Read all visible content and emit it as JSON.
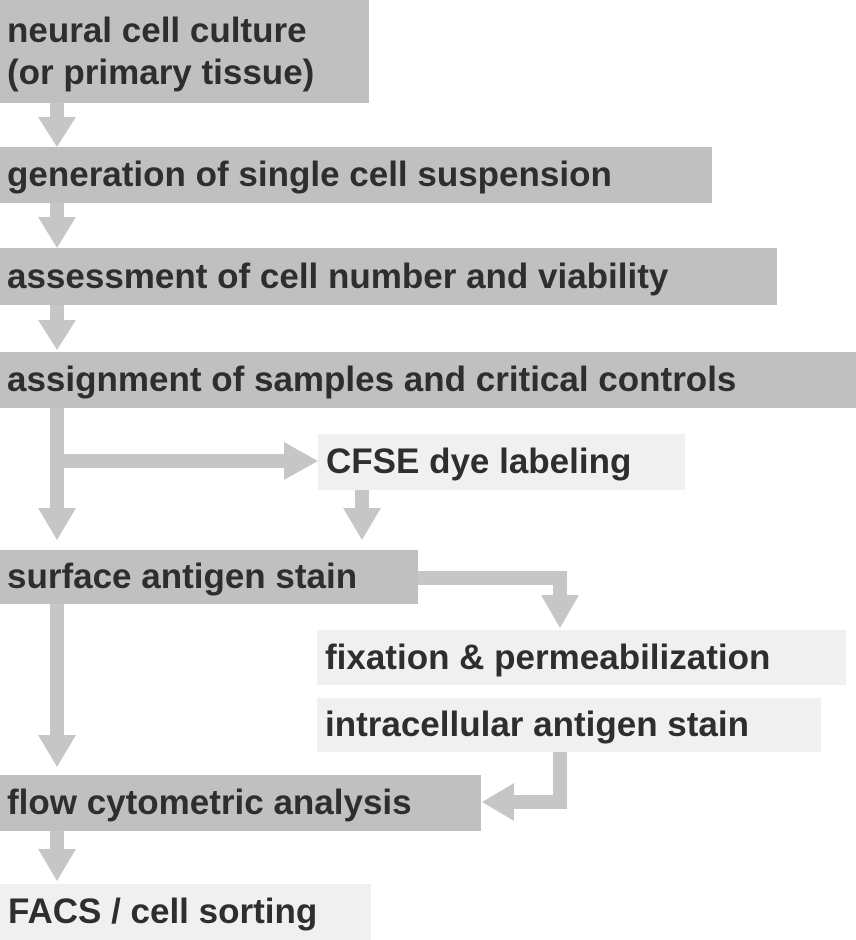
{
  "colors": {
    "dark_box": "#c0c0c0",
    "light_box": "#f0f0f0",
    "arrow": "#c6c6c6",
    "text": "#2e2e2e"
  },
  "steps": {
    "culture_line1": "neural cell culture",
    "culture_line2": "(or primary tissue)",
    "suspension": "generation of single cell suspension",
    "assessment": "assessment of cell number and viability",
    "assignment": "assignment of samples and critical controls",
    "cfse": "CFSE dye labeling",
    "surface_stain": "surface antigen stain",
    "fixation": "fixation & permeabilization",
    "intracellular_stain": "intracellular antigen stain",
    "flow": "flow cytometric analysis",
    "facs": "FACS / cell sorting"
  }
}
